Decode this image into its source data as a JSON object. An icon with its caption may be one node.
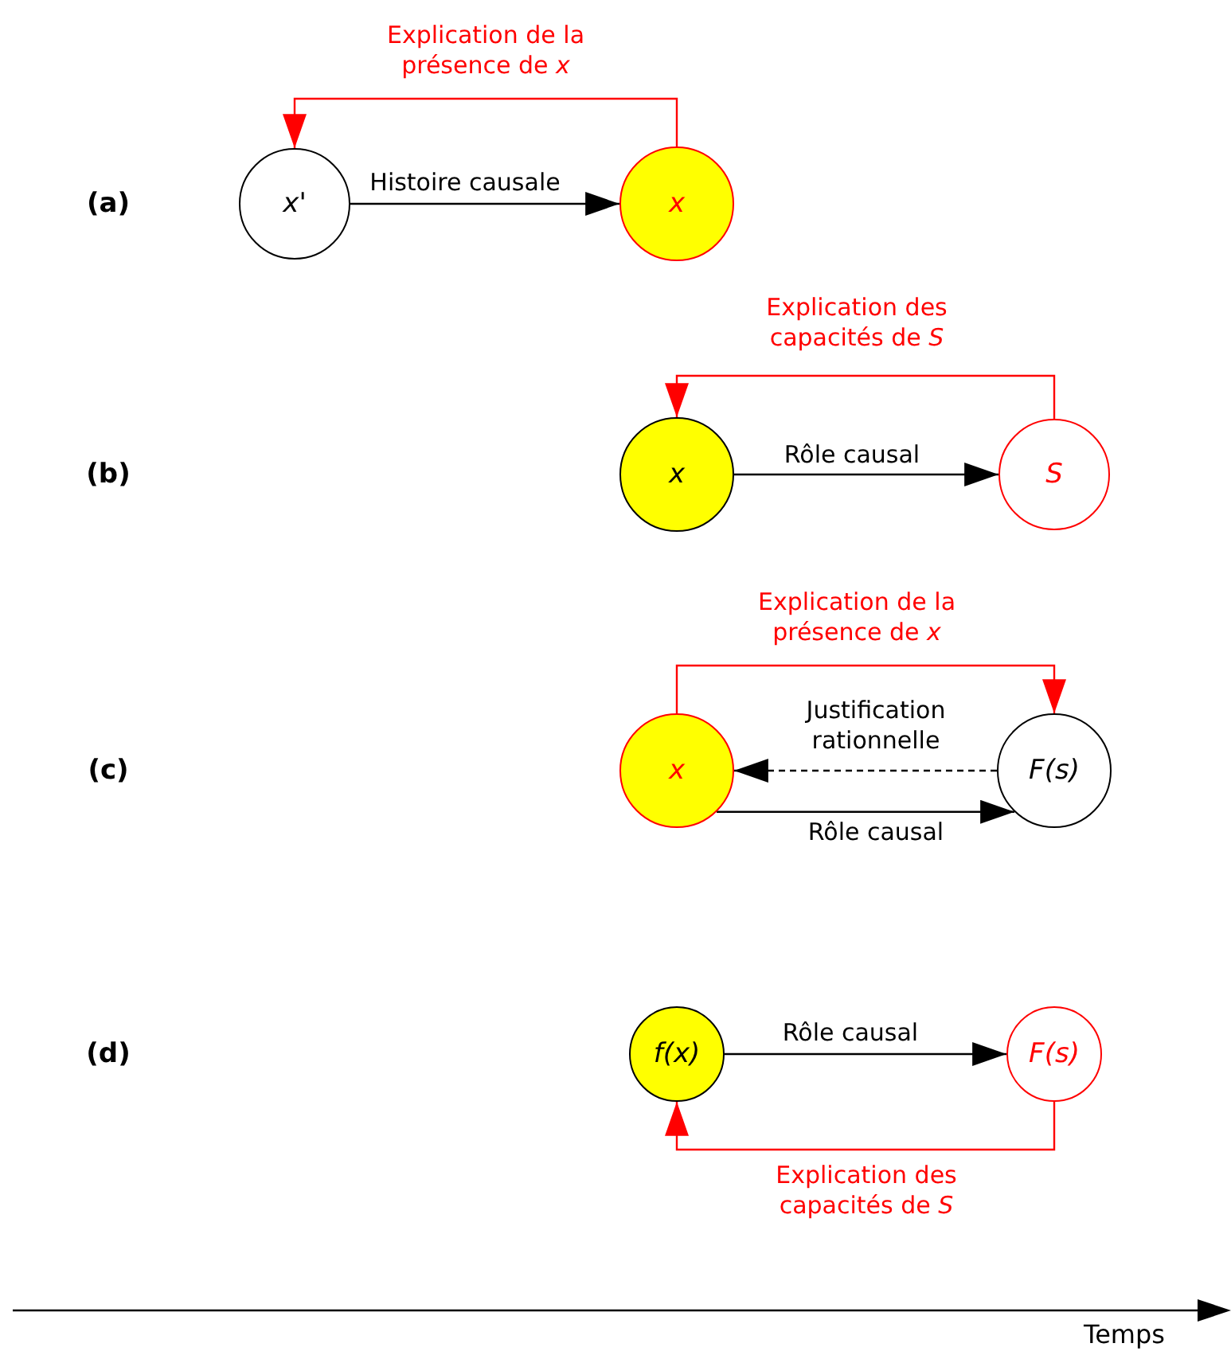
{
  "diagram": {
    "nodes": [
      {
        "text": [
          "*x*'"
        ]
      },
      {
        "text": [
          "x"
        ]
      },
      {
        "text": [
          "x"
        ]
      },
      {
        "text": [
          "S"
        ]
      },
      {
        "text": [
          "x"
        ]
      },
      {
        "text": [
          "F(s)"
        ]
      },
      {
        "text": [
          "f(x)"
        ]
      },
      {
        "text": [
          "F(s)"
        ]
      }
    ],
    "edges": [
      {
        "from": 1,
        "to": 0,
        "arrow": "to",
        "label": "Explication de la présence de *x*",
        "color": "#ff0000"
      },
      {
        "from": 0,
        "to": 1,
        "arrow": "to",
        "label": "Histoire causale"
      },
      {
        "from": 3,
        "to": 2,
        "arrow": "to",
        "label": "Explication des capacités de *S*",
        "color": "#ff0000"
      },
      {
        "from": 2,
        "to": 3,
        "arrow": "to",
        "label": "Rôle causal"
      },
      {
        "from": 4,
        "to": 5,
        "arrow": "to",
        "label": "Explication de la présence de *x*",
        "color": "#ff0000"
      },
      {
        "from": 5,
        "to": 4,
        "arrow": "to",
        "label": "Justification rationnelle",
        "style": "dashed"
      },
      {
        "from": 4,
        "to": 5,
        "arrow": "to",
        "label": "Rôle causal"
      },
      {
        "from": 7,
        "to": 6,
        "arrow": "to",
        "label": "Explication des capacités de *S*",
        "color": "#ff0000"
      },
      {
        "from": 6,
        "to": 7,
        "arrow": "to",
        "label": "Rôle causal"
      }
    ],
    "labels": [
      "(a)",
      "(b)",
      "(c)",
      "(d)",
      "Temps"
    ]
  }
}
